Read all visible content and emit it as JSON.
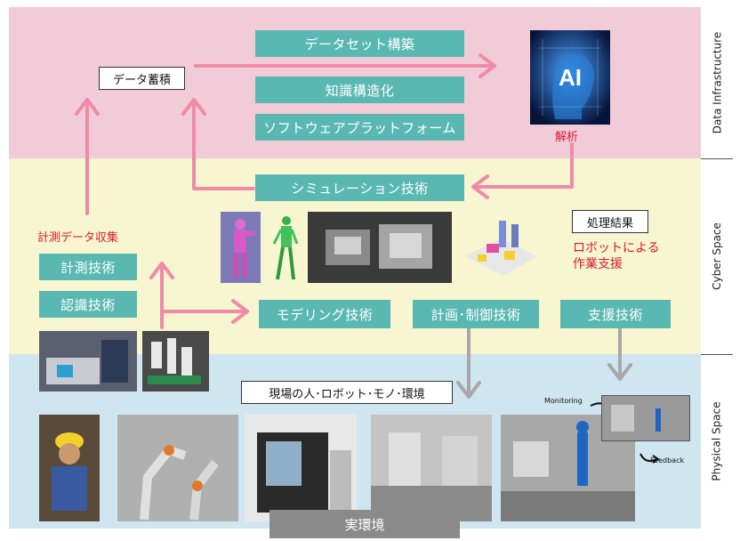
{
  "bands": {
    "data_infrastructure": "Data Infrastructure",
    "cyber_space": "Cyber Space",
    "physical_space": "Physical Space"
  },
  "data": {
    "accumulation": "データ蓄積",
    "dataset": "データセット構築",
    "knowledge": "知識構造化",
    "software": "ソフトウェアプラットフォーム",
    "ai_label": "AI",
    "analysis": "解析"
  },
  "cyber": {
    "simulation": "シミュレーション技術",
    "collection": "計測データ収集",
    "measurement": "計測技術",
    "recognition": "認識技術",
    "modeling": "モデリング技術",
    "planning": "計画･制御技術",
    "support": "支援技術",
    "result": "処理結果",
    "robot_support": "ロボットによる\n作業支援"
  },
  "physical": {
    "site": "現場の人･ロボット･モノ･環境",
    "real": "実環境",
    "monitoring": "Monitoring",
    "feedback": "Feedback"
  },
  "colors": {
    "teal": "#5ab8b2",
    "arrow_pink": "#f08aa6",
    "arrow_gray": "#a8a8a8",
    "red_text": "#d41b35",
    "band_pink": "#f2cbd8",
    "band_yellow": "#f8f6d0",
    "band_blue": "#cfe6f0"
  }
}
